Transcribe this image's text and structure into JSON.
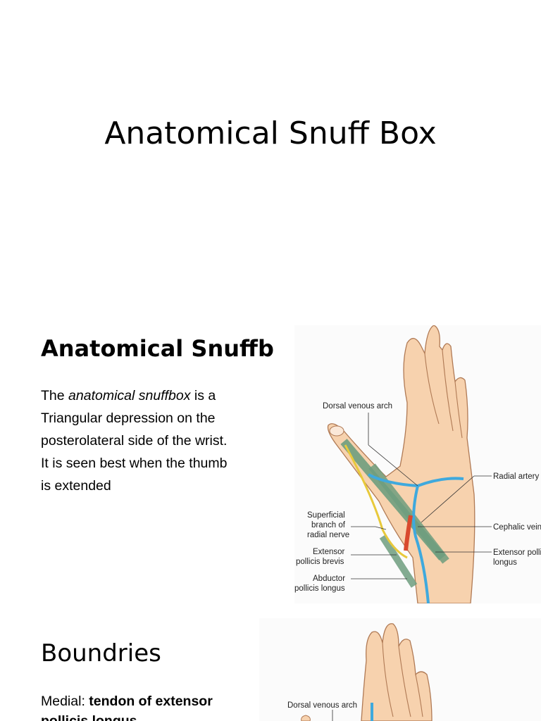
{
  "slide1": {
    "title": "Anatomical Snuff Box"
  },
  "slide2": {
    "title": "Anatomical Snuffb",
    "body_before": "The ",
    "body_italic": "anatomical snuffbox",
    "body_after": " is a",
    "lines": [
      "Triangular depression on the",
      "posterolateral side of the wrist.",
      "It is seen best when the thumb",
      " is extended"
    ],
    "figure_labels": {
      "dorsal_venous_arch": "Dorsal venous arch",
      "radial_artery": "Radial artery",
      "superficial_1": "Superficial",
      "superficial_2": "branch of",
      "superficial_3": "radial nerve",
      "cephalic_vein": "Cephalic vein",
      "epb_1": "Extensor",
      "epb_2": "pollicis brevis",
      "epl_1": "Extensor pollicis",
      "epl_2": "longus",
      "apl_1": "Abductor",
      "apl_2": "pollicis longus"
    }
  },
  "slide3": {
    "title": "Boundries",
    "medial_label": "Medial: ",
    "medial_bold_1": "tendon of extensor",
    "medial_bold_2": "pollicis longus",
    "figure_labels": {
      "dorsal_venous_arch": "Dorsal venous arch"
    }
  },
  "colors": {
    "skin": "#f7d2ae",
    "skin_outline": "#b07a55",
    "vein": "#3fa9dd",
    "artery": "#d94a2e",
    "tendon": "#6f9e7f",
    "nerve": "#e8c93b"
  }
}
